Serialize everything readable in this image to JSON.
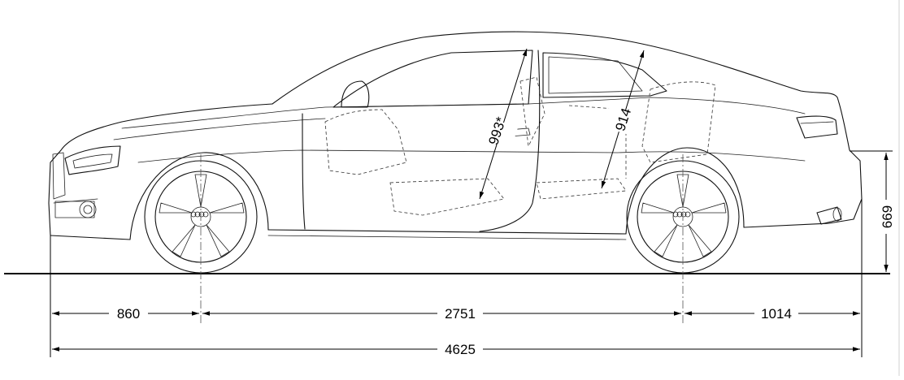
{
  "dimensions": {
    "front_overhang": "860",
    "wheelbase": "2751",
    "rear_overhang": "1014",
    "overall_length": "4625",
    "rear_height": "669",
    "front_headroom": "993*",
    "rear_headroom": "914"
  },
  "colors": {
    "line": "#111111",
    "background": "#ffffff"
  },
  "icons": {
    "rings_logo": "audi-rings-icon"
  }
}
